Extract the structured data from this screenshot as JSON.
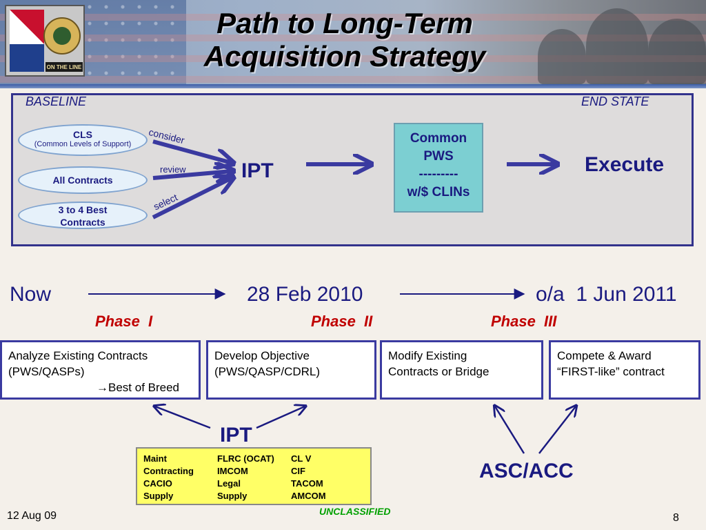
{
  "header": {
    "title_line1": "Path to Long-Term",
    "title_line2": "Acquisition Strategy",
    "logo_text": "ON THE LINE"
  },
  "baseline_section": {
    "baseline_label": "BASELINE",
    "end_state_label": "END STATE",
    "sources": [
      {
        "label": "CLS",
        "sublabel": "(Common Levels of Support)",
        "action": "consider"
      },
      {
        "label": "All Contracts",
        "action": "review"
      },
      {
        "label": "3 to 4 Best Contracts",
        "action": "select"
      }
    ],
    "ipt_label": "IPT",
    "common_box": {
      "line1": "Common",
      "line2": "PWS",
      "line3": "---------",
      "line4": "w/$ CLINs"
    },
    "execute_label": "Execute"
  },
  "timeline": {
    "now": "Now",
    "date1": "28 Feb 2010",
    "date2": "o/a  1 Jun 2011",
    "phases": [
      "Phase  I",
      "Phase  II",
      "Phase  III"
    ]
  },
  "phase_boxes": [
    {
      "line1": "Analyze Existing Contracts",
      "line2": "(PWS/QASPs)",
      "line3": "Best of Breed"
    },
    {
      "line1": "Develop Objective",
      "line2": "(PWS/QASP/CDRL)"
    },
    {
      "line1": "Modify Existing",
      "line2": "Contracts or Bridge"
    },
    {
      "line1": "Compete & Award",
      "line2": "“FIRST-like” contract"
    }
  ],
  "ipt_group": {
    "label": "IPT",
    "columns": [
      [
        "Maint",
        "Contracting",
        "CACIO",
        "Supply"
      ],
      [
        "FLRC (OCAT)",
        "IMCOM",
        "Legal",
        "Supply"
      ],
      [
        "CL V",
        "CIF",
        "TACOM",
        "AMCOM"
      ]
    ]
  },
  "asc_acc_label": "ASC/ACC",
  "footer": {
    "date": "12 Aug 09",
    "classification": "UNCLASSIFIED",
    "page_number": "8"
  },
  "colors": {
    "navy": "#1a1a80",
    "phase_red": "#c00000",
    "arrow_purple": "#3a3aa0",
    "common_box_teal": "#7ccfd2",
    "ipt_table_yellow": "#ffff66",
    "classification_green": "#00a000"
  }
}
